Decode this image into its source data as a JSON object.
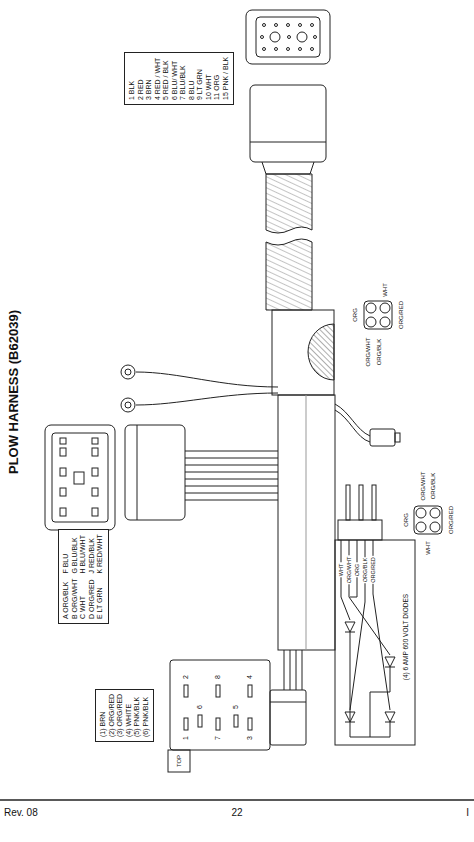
{
  "diagram": {
    "title": "PLOW HARNESS (B62039)",
    "nodes": [
      {
        "text": [
          "1 BLK",
          "2 RED",
          "3 BRN",
          "4 RED / WHT",
          "5 RED / BLK",
          "6 BLU/ WHT",
          "7 BLU/BLK",
          "8 BLU",
          "9 LT GRN",
          "10 WHT",
          "11 ORG",
          "15 PNK / BLK"
        ]
      },
      {
        "text": [
          "A ORG/BLK",
          "B ORG/WHT",
          "C WHT",
          "D ORG/RED",
          "E LT GRN",
          "F BLU",
          "G BLU/BLK",
          "H BLU/WHT",
          "J RED/BLK",
          "K RED/WHT"
        ]
      },
      {
        "text": [
          "(1) BRN",
          "(2) ORG/RED",
          "(3) ORG/RED",
          "(4) WHITE",
          "(5) PNK/BLK",
          "(6) PNK/BLK"
        ]
      }
    ],
    "labels": [
      "2",
      "8",
      "4",
      "6",
      "5",
      "1",
      "7",
      "3",
      "TOP",
      "WHT",
      "ORG",
      "ORG/RED",
      "ORG/WHT",
      "ORG/BLK",
      "ORG/WHT",
      "ORG/BLK",
      "ORG",
      "ORG/RED",
      "WHT",
      "WHT",
      "ORG/WHT",
      "ORG",
      "ORG/BLK",
      "ORG/RED",
      "(4) 6 AMP 600 VOLT DIODES",
      "Rev. 08",
      "22",
      "I"
    ]
  }
}
